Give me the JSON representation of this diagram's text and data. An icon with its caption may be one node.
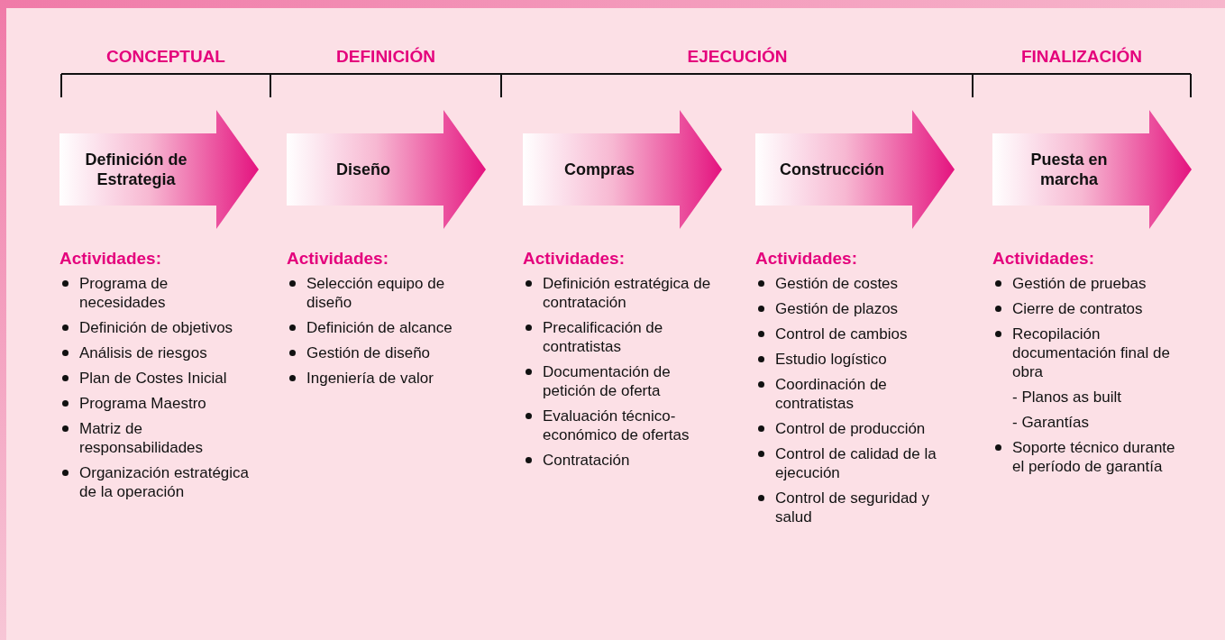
{
  "diagram": {
    "nodes": [
      {
        "text": [
          "Definición de Estrategia"
        ],
        "beside": [
          "Actividades:",
          "Programa de necesidades",
          "Definición de objetivos",
          "Análisis de riesgos",
          "Plan de Costes Inicial",
          "Programa Maestro",
          "Matriz de responsabilidades",
          "Organización estratégica de la operación"
        ]
      },
      {
        "text": [
          "Diseño"
        ],
        "beside": [
          "Actividades:",
          "Selección equipo de diseño",
          "Definición de alcance",
          "Gestión de diseño",
          "Ingeniería de valor"
        ]
      },
      {
        "text": [
          "Compras"
        ],
        "beside": [
          "Actividades:",
          "Definición estratégica de contratación",
          "Precalificación de contratistas",
          "Documentación de petición de oferta",
          "Evaluación técnico-económico de ofertas",
          "Contratación"
        ]
      },
      {
        "text": [
          "Construcción"
        ],
        "beside": [
          "Actividades:",
          "Gestión de costes",
          "Gestión de plazos",
          "Control de cambios",
          "Estudio logístico",
          "Coordinación de contratistas",
          "Control de producción",
          "Control de calidad de la ejecución",
          "Control de seguridad y salud"
        ]
      },
      {
        "text": [
          "Puesta en marcha"
        ],
        "beside": [
          "Actividades:",
          "Gestión de pruebas",
          "Cierre de contratos",
          "Recopilación documentación final de obra",
          "- Planos as built",
          "- Garantías",
          "Soporte técnico durante el período de garantía"
        ]
      }
    ],
    "labels": [
      "CONCEPTUAL",
      "DEFINICIÓN",
      "EJECUCIÓN",
      "FINALIZACIÓN"
    ]
  }
}
